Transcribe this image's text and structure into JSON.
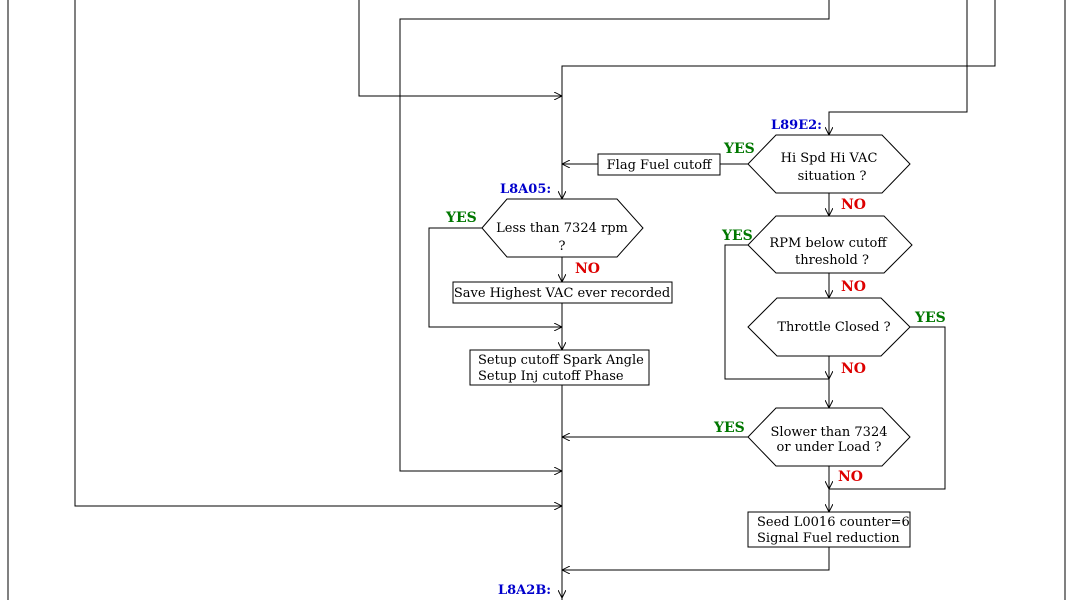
{
  "diagram": {
    "colors": {
      "address": "#0000cc",
      "yes": "#007700",
      "no": "#dd0000",
      "line": "#000000"
    },
    "addresses": {
      "l89e2": "L89E2:",
      "l8a05": "L8A05:",
      "l8a2b": "L8A2B:"
    },
    "decisions": {
      "hi_spd": [
        "Hi Spd Hi VAC",
        "situation ?"
      ],
      "less_rpm": [
        "Less than 7324 rpm",
        "?"
      ],
      "rpm_below": [
        "RPM below cutoff",
        "threshold ?"
      ],
      "throttle": [
        "Throttle Closed ?"
      ],
      "slower": [
        "Slower than 7324",
        "or under Load ?"
      ]
    },
    "processes": {
      "flag_cutoff": [
        "Flag Fuel cutoff"
      ],
      "save_vac": [
        "Save Highest VAC ever recorded"
      ],
      "setup_spark": [
        "Setup cutoff Spark Angle",
        "Setup Inj cutoff Phase"
      ],
      "seed_counter": [
        "Seed L0016 counter=6",
        "Signal Fuel reduction"
      ]
    },
    "branch": {
      "yes": "YES",
      "no": "NO"
    }
  }
}
